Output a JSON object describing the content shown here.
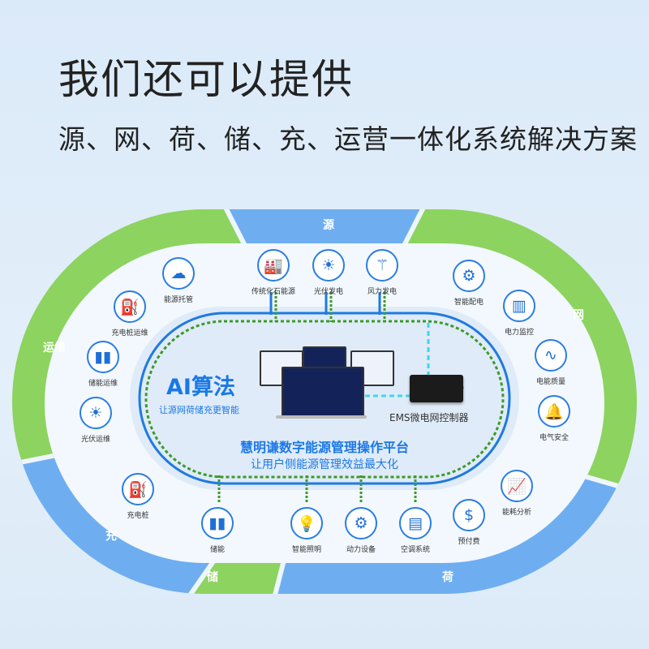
{
  "header": {
    "title": "我们还可以提供",
    "subtitle": "源、网、荷、储、充、运营一体化系统解决方案"
  },
  "colors": {
    "green": "#8dd35f",
    "blue": "#6eaef0",
    "accent": "#1a78e6",
    "dashed_green": "#3d9a2a",
    "track_blue": "#1f7ae0",
    "cyan": "#3fd6ea"
  },
  "segments": {
    "source": "源",
    "ops": "运维",
    "grid": "网",
    "charge": "充",
    "storage": "储",
    "load": "荷"
  },
  "nodes": [
    {
      "label": "能源托管",
      "icon": "cloud-hand-icon"
    },
    {
      "label": "充电桩运维",
      "icon": "charging-pile-icon"
    },
    {
      "label": "储能运维",
      "icon": "battery-icon"
    },
    {
      "label": "光伏运维",
      "icon": "solar-panel-icon"
    },
    {
      "label": "传统化石能源",
      "icon": "factory-icon"
    },
    {
      "label": "光伏发电",
      "icon": "solar-panel-icon"
    },
    {
      "label": "风力发电",
      "icon": "wind-turbine-icon"
    },
    {
      "label": "智能配电",
      "icon": "monitor-gear-icon"
    },
    {
      "label": "电力监控",
      "icon": "building-power-icon"
    },
    {
      "label": "电能质量",
      "icon": "waveform-monitor-icon"
    },
    {
      "label": "电气安全",
      "icon": "alarm-bell-icon"
    },
    {
      "label": "能耗分析",
      "icon": "chart-monitor-icon"
    },
    {
      "label": "预付费",
      "icon": "prepaid-icon"
    },
    {
      "label": "空调系统",
      "icon": "air-conditioner-icon"
    },
    {
      "label": "动力设备",
      "icon": "motor-icon"
    },
    {
      "label": "智能照明",
      "icon": "bulb-icon"
    },
    {
      "label": "储能",
      "icon": "battery-icon"
    },
    {
      "label": "充电桩",
      "icon": "charging-pile-icon"
    }
  ],
  "center": {
    "ai_title": "AI算法",
    "ai_subtitle": "让源网荷储充更智能",
    "ems_label": "EMS微电网控制器",
    "platform_title": "慧明谦数字能源管理操作平台",
    "platform_subtitle": "让用户侧能源管理效益最大化"
  }
}
